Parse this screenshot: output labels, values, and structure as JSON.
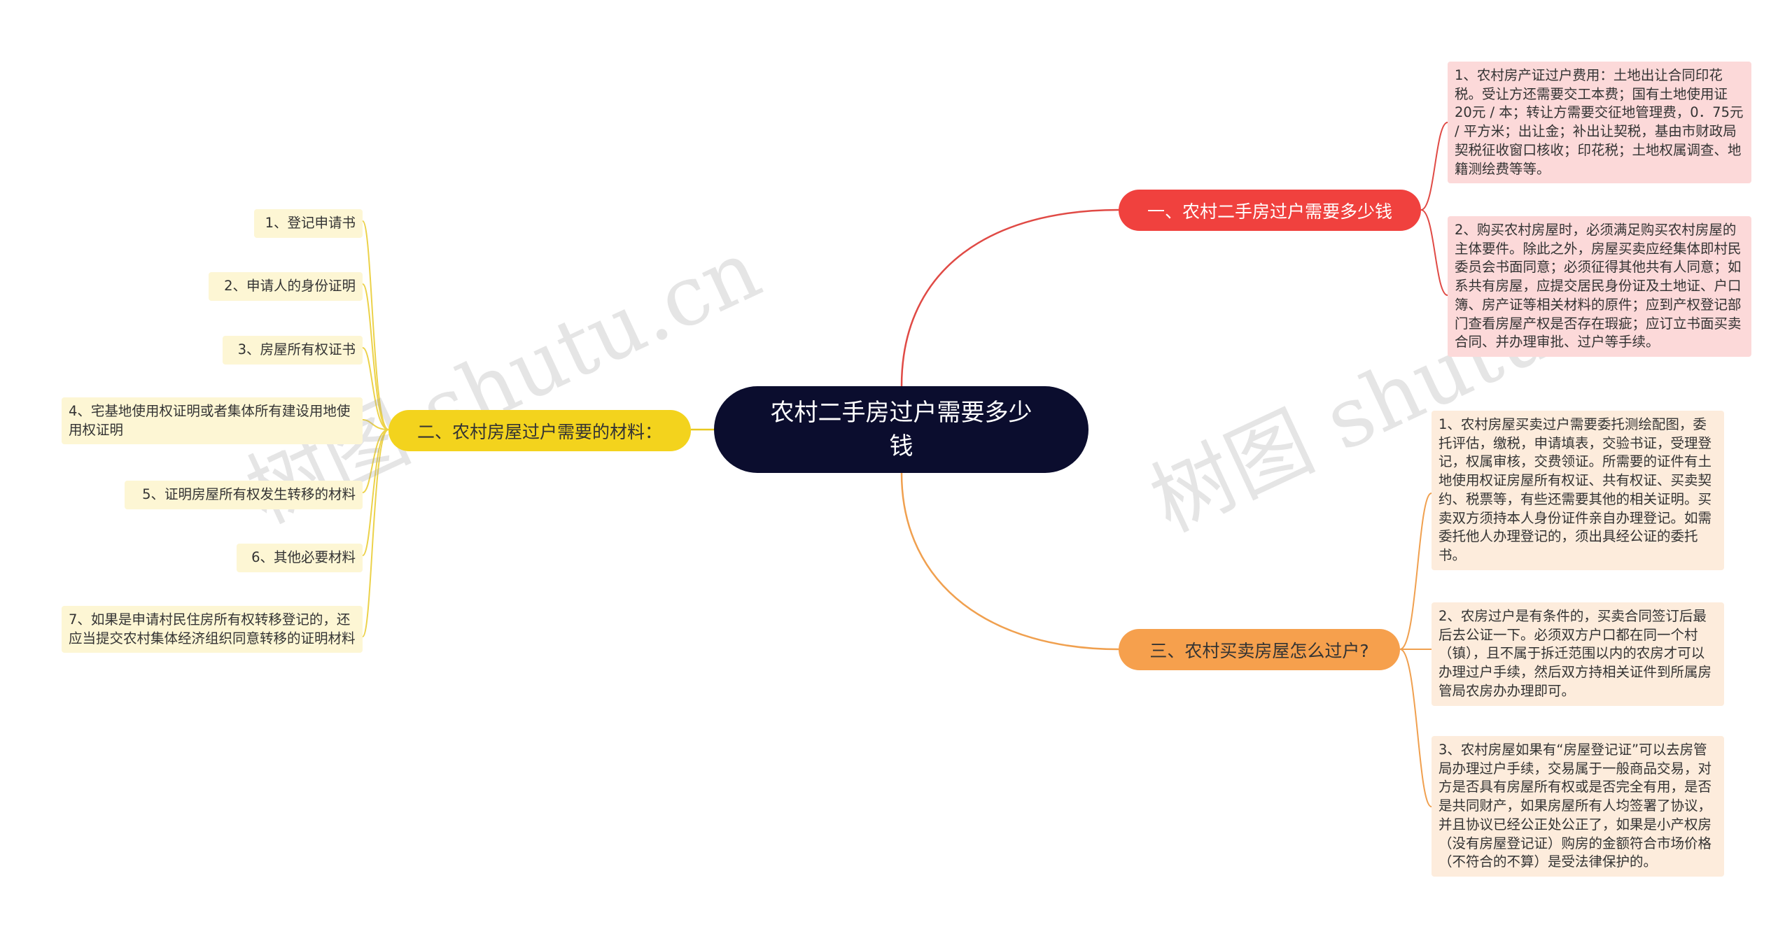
{
  "root": {
    "title": "农村二手房过户需要多少钱"
  },
  "watermarks": [
    "树图 shutu.cn",
    "树图 shutu"
  ],
  "colors": {
    "root": "#0b0d2e",
    "branch1": "#f0413e",
    "branch2": "#f3d31d",
    "branch3": "#f6a04d"
  },
  "branches": [
    {
      "label": "一、农村二手房过户需要多少钱",
      "children": [
        "1、农村房产证过户费用：土地出让合同印花税。受让方还需要交工本费；国有土地使用证20元 / 本；转让方需要交征地管理费，0．75元 / 平方米；出让金；补出让契税，基由市财政局契税征收窗口核收；印花税；土地权属调查、地籍测绘费等等。",
        "2、购买农村房屋时，必须满足购买农村房屋的主体要件。除此之外，房屋买卖应经集体即村民委员会书面同意；必须征得其他共有人同意；如系共有房屋，应提交居民身份证及土地证、户口簿、房产证等相关材料的原件；应到产权登记部门查看房屋产权是否存在瑕疵；应订立书面买卖合同、并办理审批、过户等手续。"
      ]
    },
    {
      "label": "二、农村房屋过户需要的材料：",
      "children": [
        "1、登记申请书",
        "2、申请人的身份证明",
        "3、房屋所有权证书",
        "4、宅基地使用权证明或者集体所有建设用地使用权证明",
        "5、证明房屋所有权发生转移的材料",
        "6、其他必要材料",
        "7、如果是申请村民住房所有权转移登记的，还应当提交农村集体经济组织同意转移的证明材料"
      ]
    },
    {
      "label": "三、农村买卖房屋怎么过户?",
      "children": [
        "1、农村房屋买卖过户需要委托测绘配图，委托评估，缴税，申请填表，交验书证，受理登记，权属审核，交费领证。所需要的证件有土地使用权证房屋所有权证、共有权证、买卖契约、税票等，有些还需要其他的相关证明。买卖双方须持本人身份证件亲自办理登记。如需委托他人办理登记的，须出具经公证的委托书。",
        "2、农房过户是有条件的，买卖合同签订后最后去公证一下。必须双方户口都在同一个村（镇），且不属于拆迁范围以内的农房才可以办理过户手续，然后双方持相关证件到所属房管局农房办办理即可。",
        "3、农村房屋如果有“房屋登记证”可以去房管局办理过户手续，交易属于一般商品交易，对方是否具有房屋所有权或是否完全有用，是否是共同财产，如果房屋所有人均签署了协议，并且协议已经公正处公正了，如果是小产权房（没有房屋登记证）购房的金额符合市场价格（不符合的不算）是受法律保护的。"
      ]
    }
  ]
}
